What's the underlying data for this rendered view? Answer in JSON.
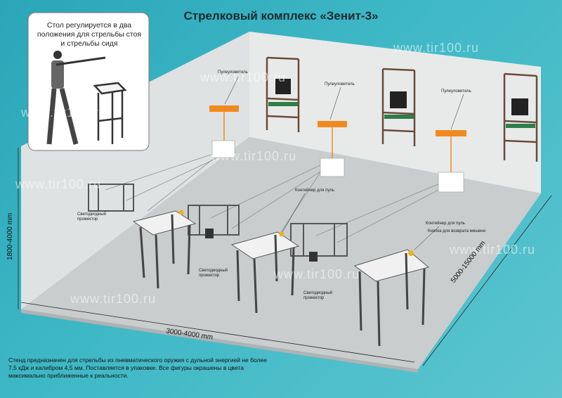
{
  "title": "Стрелковый комплекс «Зенит-3»",
  "inset_text": "Стол регулируется в два положения для стрельбы стоя и стрельбы сидя",
  "labels": {
    "bullet_catcher_1": "Пулеуловитель",
    "bullet_catcher_2": "Пулеуловитель",
    "bullet_catcher_3": "Пулеуловитель",
    "led_projector_1": "Светодиодный прожектор",
    "led_projector_2": "Светодиодный прожектор",
    "led_projector_3": "Светодиодный прожектор",
    "bullet_container_1": "Контейнер для пуль",
    "bullet_container_2": "Контейнер для пуль",
    "target_return_button": "Кнопка для возврата мишени"
  },
  "dimensions": {
    "height": "1800-4000 mm",
    "width": "3000-4000 mm",
    "length": "5000-15000 mm"
  },
  "note": "Стенд предназначен для стрельбы из пневматического оружия с дульной энергией не более 7,5 кДж и калибром 4,5 мм. Поставляется в упаковке. Все фигуры окрашены в цвета максимально приближенные к реальности.",
  "watermark": "www.tir100.ru",
  "colors": {
    "background": "#3fb8c6",
    "accent": "#f08a20"
  }
}
